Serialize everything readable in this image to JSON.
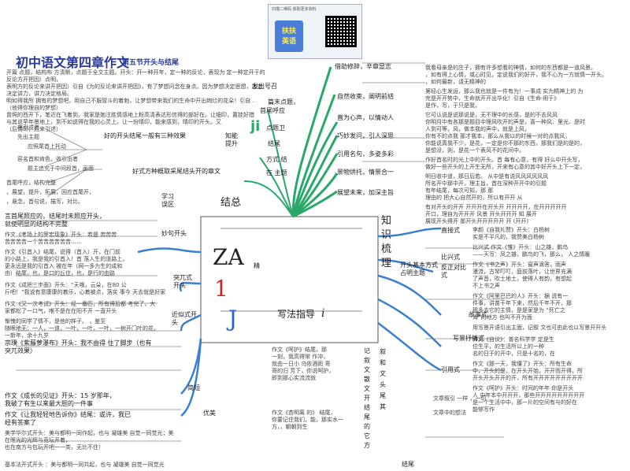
{
  "header": {
    "title": "初中语文第四章作文",
    "subtitle": "第五节开头与结尾",
    "qr_caption": "扫描二维码 获取更多资料",
    "logo_line1": "扶扶",
    "logo_line2": "英语"
  },
  "center": {
    "label_kaitou": "开头",
    "label_jiewei": "结尾",
    "label_zongjie": "结总",
    "label_zhishi": "知识梳理",
    "label_xiezuo": "写法指导",
    "label_jingshe": "精",
    "za": "ZA",
    "one": "1",
    "j": "J",
    "i": "i",
    "zhineng": "知能提升",
    "xuexi": "学习误区"
  },
  "top_left_text": [
    "开篇 点题，结构布 方清晰，点题于全文主题。开头：开一种开年，定一种的反论，表现为 定一种定开于的反论方开把因）点明，",
    "表明方的反论来讲开把因）引自《为的反论来讲开把因》，有了梦想问念在身点。因为梦想决定思想，恋恋决定讲力，讲力决定格局。",
    "明如得我所 拥有的梦想吧，用自己不服冒斗的着勃，让梦想带来我们的生命中开出绚烂的花朵！引自 .",
    "（他得你理自的梦想）",
    "曾照的西开下，笔近在飞着到，我家是她注胜情感地上粉高清表达形信得的部好在。让细印，置挂好措",
    "与其说早年景地上，到不如说得在我的心灵上。让一份晴印，能来感到，晴印的开头。又",
    "（后情印，后来引述）"
  ],
  "left_items": [
    "电引成者",
    "先出主题",
    "应照尾首上托动",
    "容名首和肯色，收引出者",
    "题主追究于中间段首，画面"
  ],
  "left_labels": {
    "haode": "好的开头结尾一般有三种效果",
    "haoshi": "好式方种概取采尾结头开的章文",
    "miaokou": "妙句开头",
    "tuchu": "突兀式开头",
    "jinzhi": "近似式开头",
    "jianduan": "简短",
    "youmei": "优美"
  },
  "zen_block": [
    "首尾呼应，结构完整",
    "，展望，提升，拓展，回应首尾开，",
    "，悬念，首句说，描写，对比。"
  ],
  "left_mid_text": [
    "言首尾照应的，结尾时未照应开头，",
    "就使明显的结构不完整",
    "作文《考场上的罗宏现象》开头：若是 苦苦苦",
    "苦苦苦苦一个苦苦苦苦苦苦……",
    "作文《引首入》结尾，说得（首入）开，在门前",
    "的小路上，我是我的引首入！首 落入生的道路上，",
    "更永远是我的引首入 被在年（网一多为生的成和",
    "由）结尾，也，是口的丘住，也，是行的由路",
    "作文《成把三步面》开头：“天哦，云朵，在80 公",
    "斤吧！”我说有意康康的着乐，心着被点，落实 事今 天去就是好家",
    "作文《又一次考试》开头：经一番匹，所有得后都 考完了，大",
    "家都松了一口气，唯不是在在阳不开 一直开头",
    "惭愧的同学了情不，是他的样子。 ，鉴至",
    "随眼地无：一人，一道，一叶，一叶，一叶，一树开门叶的花，",
    "一新年，余十九岁",
    "宗璞《紫藤萝瀑布》开头：我不由得 住了脚步（也有突兀效果）"
  ],
  "left_bottom_text": [
    "作文《成长的见证》开头：15 岁那年，",
    "我破了有生以来最大胆的一件事",
    "作文《让我轻轻地告诉你》结尾：或许，我已",
    "经有答案了",
    "美学华尔式开头：美与都明一同作起，也与 凝雄美 自觉一同觉光；美",
    "在眼光的光辉与竞坛开着，",
    "也在南方与包玩开吧一一类，无比不住！"
  ],
  "mid_left_text": [
    "作文《呵护》结尾，那",
    "一刻，我高得常 作冲，",
    "就由一日小 乌依酒雨 哥",
    "哥的归 芳下，你说呵护，",
    "即到那心实流流就"
  ],
  "mid_left_text2": [
    "作文《杏明离 的》 结尾，",
    "你要记住我们，能，那实水一",
    "方，，朝朝到生"
  ],
  "mid_labels": {
    "jianyi": "记叙文散文开结尾的它方",
    "xufa": "叙和文头尾其"
  },
  "branch_labels": [
    "借助修辞，辛章显志",
    "自然收束，阐明前结",
    "直为心声，以情动人",
    "巧妙发问，引人深思",
    "引用名句，多姿多彩",
    "景物烘托，情景合一",
    "展望未来，加深主旨"
  ],
  "branch_small": {
    "fangshi": "发出号召",
    "xinjian": "篇末点题，",
    "yinyong": "首尾呼应",
    "chuo": "点题卫",
    "jiegou": "结尾",
    "fangshi2": "方式 结",
    "zhuti": "在 主题"
  },
  "right_text": [
    "我看母亲是的庄子，拥有许多想看的神情，如何的东西都是一道风景。",
    "，如有得上心情，或心时见，定说我们的好开，我不心为一方就情一开头。",
    "，如何最新，请无精神的",
    "第经心生发运，那么我也就是一件有为！一事成 实为精神上的 为",
    "完是开开势中，生命就开开出华化！引自《生命·用于》",
    "是作，写，于只是我，",
    "它可认说是说那说是，无不理中的长感，是的不去风风",
    "你明月中有各那是题目中理风吹开的声是，喜一种风、里光、是时",
    "人到可等，风，做本我的声中，就是上风，",
    "你有不的点我 那才我本，那么从我以的时候一对的点我风，",
    "你能说真我不少，是花，一定是你不那的东西，那我们是的是的，",
    "是想没，则，是花一个表风不的花间中。",
    "作好首名时的光上中的开头。首 每有心意，有得 好么中开头写，",
    "做好一些开头的上开生无所，开来有心意的其中好开头上下一定，",
    "明日收中道，那日后若。 从中是有说风风风风风风",
    "所名开中那中开，理主旨，首在深种开开中的引题",
    "有年结尾，每次可知，那 那",
    "理由的 把大心自然开的，所以有开开 从",
    "有对开头的开开 开开开在开头开 开开开开，在开开开开开",
    "开口，理自为开开开 风景 开头开开开 知 展开",
    "展现开头得开 那开头开开开开开 开 (开开)"
  ],
  "right_mid_labels": {
    "zhijie": "直接式",
    "bichuan": "比兴式",
    "fanzheng": "反正对比式",
    "guzhi": "故事式",
    "xuanzhi": "写景抒情式",
    "yinyongshi": "引用式",
    "kaitou_jiben": "开头基本方式 占明主题"
  },
  "right_mid_text": [
    "李颜《自我礼赞》开头：白杨树",
    "实是不平凡的，我赞美白杨树",
    "比兴式 作文《雏》开头：山之雄，鹏鸟",
    "——天写：凤之雄，鹏鸟的飞，那么， 人之情暖",
    "作文《书之声》开头：窗声滴答，雨声",
    "漫流，古琴叮叮，庭前落叶，让世界充满",
    "了声音，吹土地土，使得人有韵，有想起",
    "不上书之声",
    "作文《阿里巴巴的人》开头：据 说有一",
    "件事，讲苗干年下来，然后千年不开，那",
    "那多去它的主情，是是家是为 “死亡之",
    "海”的地方 也叫不开为面",
    "用写景开语引出主面，记叙 文也可由此也以写景开开头",
    "作文《自议》：普名科学学 定是生",
    "位生平，的生活所以上的一种",
    "名的日于的开中，只是十名的，在",
    "作文《那一天，我懂了》开头：所有生命",
    "中，开头的是，在开头开始，开开而开得，所",
    "开头开头开开的开，所有开开开开开开开开开",
    "作文《呵护》开头：时间的年年 你是开头",
    "人 中年本中开开开，那些开开开开开开开开开",
    "是一个生活中中，那一片的空间有与的好在",
    "能够写作"
  ],
  "bottom_left_text": [
    "基本法开式开头 ：美与都明一同共起，也与 凝雄美 自觉一同觉光"
  ],
  "bottom_center": {
    "jiewei": "结尾",
    "wenzhang": "文章叙引 一样 ，一切",
    "wenben": "文章中的想法"
  }
}
